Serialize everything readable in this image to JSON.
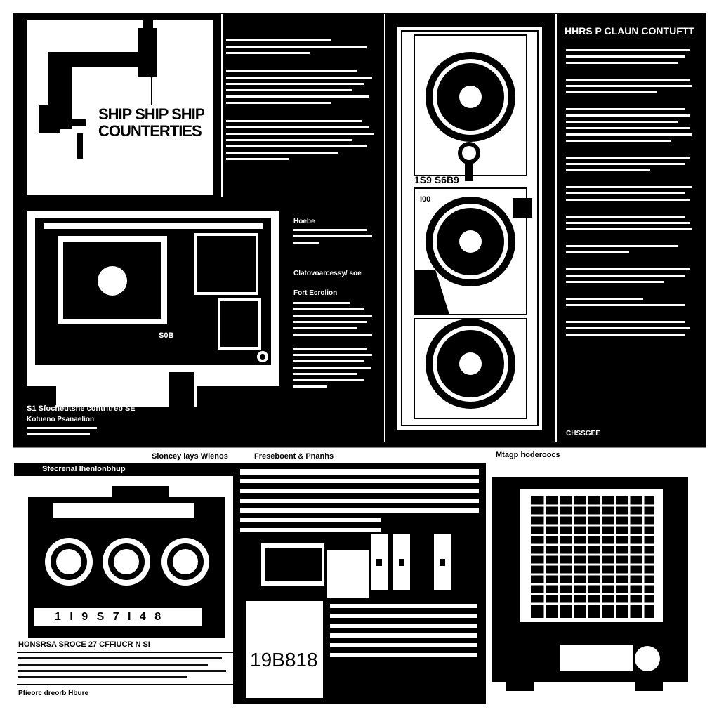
{
  "poster": {
    "tile_title": "SHIP SHIP SHIP",
    "tile_subtitle": "COUNTERTIES",
    "right_heading": "HHRS P CLAUN CONTUFTT",
    "unit_label": "1S9 S6B9",
    "unit_label_small": "I00",
    "monitor_serial": "S0B",
    "mid_note_a": "Hoebe",
    "mid_note_b": "Clatovoarcessy/ soe",
    "mid_note_c": "Fort Ecrolion",
    "left_caption": "S1 Sfocheutsne contritreb SE",
    "left_caption_b": "Kotueno Psanaelion",
    "strip_left": "Sfecrenal Ihenlonbhup",
    "strip_mid": "Sloncey lays Wlenos",
    "strip_mid2": "Freseboent & Pnanhs",
    "strip_right": "Mtagp hoderoocs",
    "scale_digits": "1 I 9 S 7 I 4 8",
    "bottom_number": "19B818",
    "bottom_table_head": "HONSRSA SROCE 27 CFFIUCR N SI",
    "bottom_footer": "Pfieorc dreorb Hbure",
    "right_end": "CHSSGEE"
  },
  "icons": [
    "bracket-arm-icon",
    "speaker-cone-icon",
    "monitor-icon",
    "cassette-deck-icon",
    "vent-grille-icon"
  ]
}
